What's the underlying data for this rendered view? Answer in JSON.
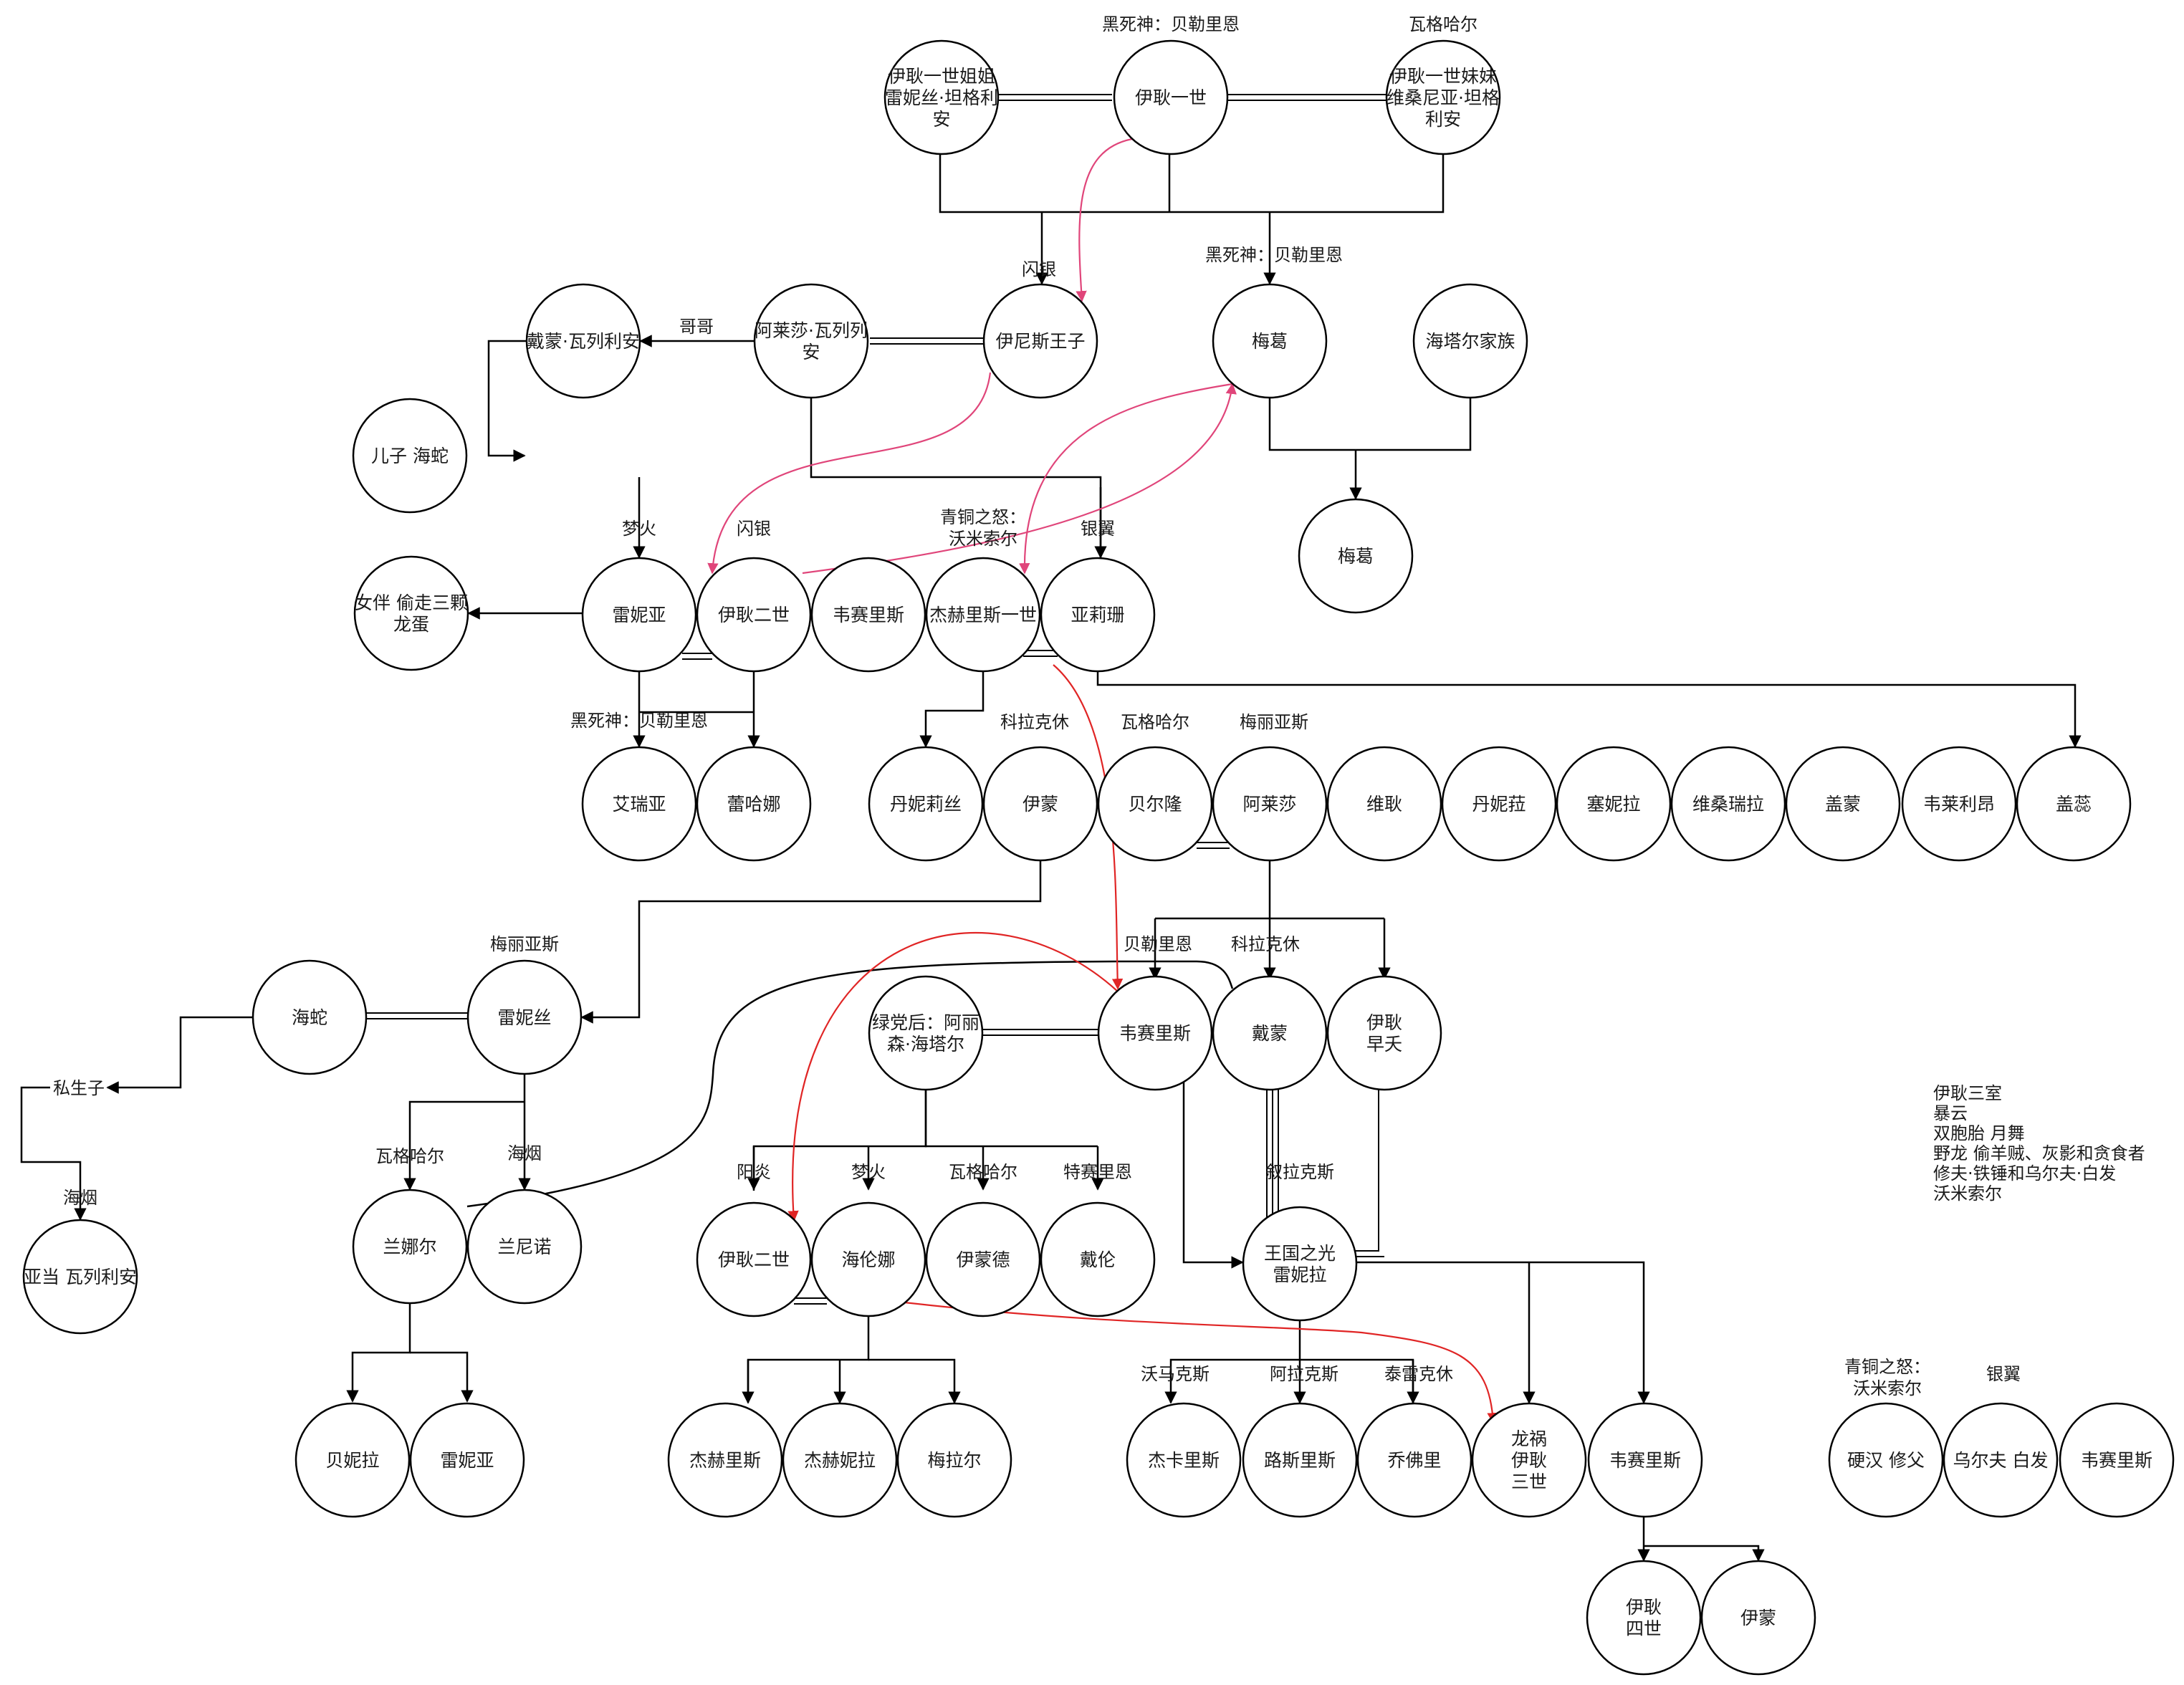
{
  "nodes": {
    "yigeng1_sister": [
      "伊耿一世姐姐",
      "雷妮丝·坦格利",
      "安"
    ],
    "yigeng1": [
      "伊耿一世"
    ],
    "yigeng1_sister2": [
      "伊耿一世妹妹",
      "维桑尼亚·坦格",
      "利安"
    ],
    "daemon_v": [
      "戴蒙·瓦列利安"
    ],
    "son_seasnake": [
      "儿子 海蛇"
    ],
    "alyssa_v": [
      "阿莱莎·瓦列列",
      "安"
    ],
    "aenys": [
      "伊尼斯王子"
    ],
    "meigo1": [
      "梅葛"
    ],
    "hightower": [
      "海塔尔家族"
    ],
    "meigo2": [
      "梅葛"
    ],
    "consort": [
      "女伴 偷走三颗",
      "龙蛋"
    ],
    "rhaena1": [
      "雷妮亚"
    ],
    "yigeng2a": [
      "伊耿二世"
    ],
    "viserys1": [
      "韦赛里斯"
    ],
    "jaehaerys1": [
      "杰赫里斯一世"
    ],
    "alysanne": [
      "亚莉珊"
    ],
    "aerea": [
      "艾瑞亚"
    ],
    "rhaella": [
      "蕾哈娜"
    ],
    "daenerys": [
      "丹妮莉丝"
    ],
    "aemon": [
      "伊蒙"
    ],
    "baelon": [
      "贝尔隆"
    ],
    "alyssa": [
      "阿莱莎"
    ],
    "vaegon": [
      "维耿"
    ],
    "daella": [
      "丹妮菈"
    ],
    "saera": [
      "塞妮拉"
    ],
    "viserra": [
      "维桑瑞拉"
    ],
    "gaemon": [
      "盖蒙"
    ],
    "valerion": [
      "韦莱利昂"
    ],
    "gael": [
      "盖蕊"
    ],
    "seasnake": [
      "海蛇"
    ],
    "rhaenys": [
      "雷妮丝"
    ],
    "alicent": [
      "绿党后：阿丽",
      "森·海塔尔"
    ],
    "viserys_king": [
      "韦赛里斯"
    ],
    "daemon": [
      "戴蒙"
    ],
    "aegon_young": [
      "伊耿",
      "早夭"
    ],
    "bastards": "私生子",
    "laena": [
      "兰娜尔"
    ],
    "laenor": [
      "兰尼诺"
    ],
    "aegon2": [
      "伊耿二世"
    ],
    "helaena": [
      "海伦娜"
    ],
    "aemond": [
      "伊蒙德"
    ],
    "daeron": [
      "戴伦"
    ],
    "rhaenyra": [
      "王国之光",
      "雷妮拉"
    ],
    "addam": [
      "亚当 瓦列利安"
    ],
    "baela": [
      "贝妮拉"
    ],
    "rhaena2": [
      "雷妮亚"
    ],
    "jaehaerys_jr": [
      "杰赫里斯"
    ],
    "jaehaera": [
      "杰赫妮拉"
    ],
    "maelor": [
      "梅拉尔"
    ],
    "jacaerys": [
      "杰卡里斯"
    ],
    "lucerys": [
      "路斯里斯"
    ],
    "joffrey": [
      "乔佛里"
    ],
    "aegon3": [
      "龙祸",
      "伊耿",
      "三世"
    ],
    "viserys2": [
      "韦赛里斯"
    ],
    "aegon4": [
      "伊耿",
      "四世"
    ],
    "aemon2": [
      "伊蒙"
    ],
    "hardy": [
      "硬汉 修父"
    ],
    "ulf": [
      "乌尔夫 白发"
    ],
    "viserys_r": [
      "韦赛里斯"
    ]
  },
  "labels": {
    "l_balerion_top": "黑死神：贝勒里恩",
    "l_vhagar_top": "瓦格哈尔",
    "l_quicksilver": "闪银",
    "l_balerion_meigo": "黑死神：贝勒里恩",
    "l_brother": "哥哥",
    "l_dreamfyre": "梦火",
    "l_quicksilver2": "闪银",
    "l_vermithor": [
      "青铜之怒：",
      "沃米索尔"
    ],
    "l_silverwing": "银翼",
    "l_balerion_3": "黑死神：贝勒里恩",
    "l_caraxes": "科拉克休",
    "l_vhagar2": "瓦格哈尔",
    "l_meleys": "梅丽亚斯",
    "l_meleys2": "梅丽亚斯",
    "l_balerion4": "贝勒里恩",
    "l_caraxes2": "科拉克休",
    "l_vhagar3": "瓦格哈尔",
    "l_seasmoke": "海烟",
    "l_seasmoke2": "海烟",
    "l_sunfyre": "阳炎",
    "l_dreamfyre2": "梦火",
    "l_vhagar4": "瓦格哈尔",
    "l_tessarion": "特赛里恩",
    "l_syrax": "叙拉克斯",
    "l_vermax": "沃马克斯",
    "l_arrax": "阿拉克斯",
    "l_tyraxes": "泰雷克休",
    "l_vermithor2": [
      "青铜之怒：",
      "沃米索尔"
    ],
    "l_silverwing2": "银翼"
  },
  "notes": [
    "伊耿三室",
    "暴云",
    "双胞胎 月舞",
    "野龙 偷羊贼、灰影和贪食者",
    "修夫·铁锤和乌尔夫·白发",
    "沃米索尔"
  ]
}
